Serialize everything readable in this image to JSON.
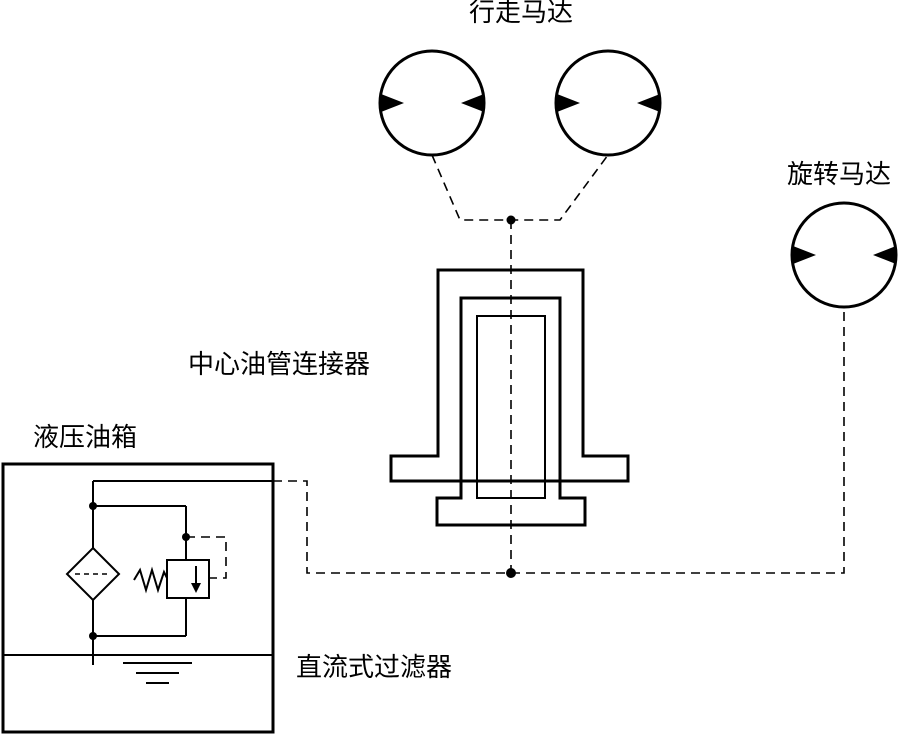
{
  "labels": {
    "travel_motor": "行走马达",
    "rotary_motor": "旋转马达",
    "central_joint": "中心油管连接器",
    "hydraulic_tank": "液压油箱",
    "inline_filter": "直流式过滤器"
  },
  "colors": {
    "line": "#000000",
    "background": "#ffffff"
  }
}
